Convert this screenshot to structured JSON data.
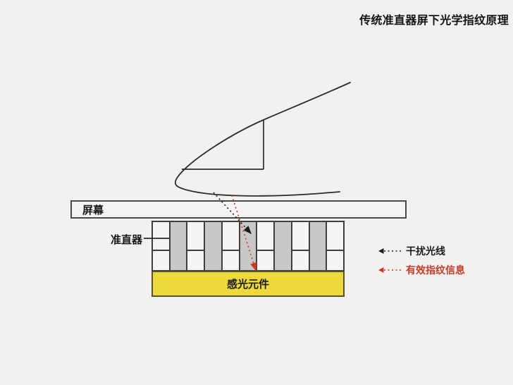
{
  "title": "传统准直器屏下光学指纹原理",
  "diagram": {
    "screen": {
      "label": "屏幕"
    },
    "collimator": {
      "label": "准直器",
      "column_count": 11,
      "wall_color": "#cac8c6"
    },
    "sensor": {
      "label": "感光元件",
      "color": "#eed93c"
    },
    "finger": {
      "name": "finger-outline"
    }
  },
  "legend": {
    "items": [
      {
        "id": "interference-ray",
        "label": "干扰光线",
        "color": "#1c1c1c"
      },
      {
        "id": "valid-ray",
        "label": "有效指纹信息",
        "color": "#c43b28"
      }
    ]
  },
  "colors": {
    "background": "#f2f1ef",
    "outline": "#2b2b2b",
    "interference_black": "#1c1c1c",
    "valid_red": "#c43b28",
    "sensor_yellow": "#eed93c"
  }
}
